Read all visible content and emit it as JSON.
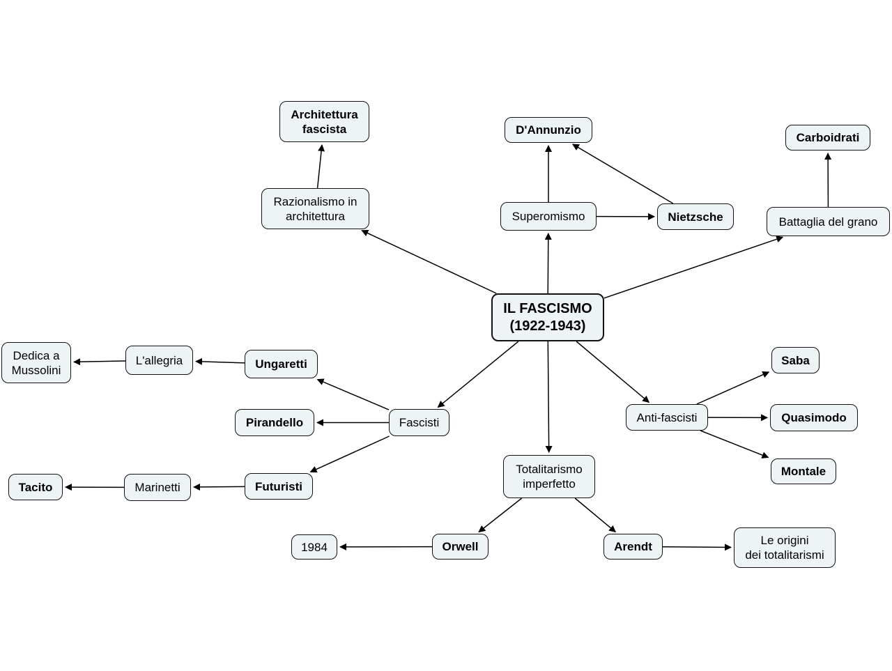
{
  "diagram": {
    "nodes": [
      {
        "id": "center",
        "label": "IL FASCISMO\n(1922-1943)",
        "bold": true
      },
      {
        "id": "architettura_fascista",
        "label": "Architettura\nfascista",
        "bold": true
      },
      {
        "id": "razionalismo",
        "label": "Razionalismo in\narchitettura",
        "bold": false
      },
      {
        "id": "dannunzio",
        "label": "D'Annunzio",
        "bold": true
      },
      {
        "id": "superomismo",
        "label": "Superomismo",
        "bold": false
      },
      {
        "id": "nietzsche",
        "label": "Nietzsche",
        "bold": true
      },
      {
        "id": "carboidrati",
        "label": "Carboidrati",
        "bold": true
      },
      {
        "id": "battaglia",
        "label": "Battaglia del grano",
        "bold": false
      },
      {
        "id": "dedica",
        "label": "Dedica a\nMussolini",
        "bold": false
      },
      {
        "id": "allegria",
        "label": "L'allegria",
        "bold": false
      },
      {
        "id": "ungaretti",
        "label": "Ungaretti",
        "bold": true
      },
      {
        "id": "pirandello",
        "label": "Pirandello",
        "bold": true
      },
      {
        "id": "fascisti",
        "label": "Fascisti",
        "bold": false
      },
      {
        "id": "tacito",
        "label": "Tacito",
        "bold": true
      },
      {
        "id": "marinetti",
        "label": "Marinetti",
        "bold": false
      },
      {
        "id": "futuristi",
        "label": "Futuristi",
        "bold": true
      },
      {
        "id": "totalitarismo",
        "label": "Totalitarismo\nimperfetto",
        "bold": false
      },
      {
        "id": "orwell",
        "label": "Orwell",
        "bold": true
      },
      {
        "id": "n1984",
        "label": "1984",
        "bold": false
      },
      {
        "id": "arendt",
        "label": "Arendt",
        "bold": true
      },
      {
        "id": "origini",
        "label": "Le origini\ndei totalitarismi",
        "bold": false
      },
      {
        "id": "antifascisti",
        "label": "Anti-fascisti",
        "bold": false
      },
      {
        "id": "saba",
        "label": "Saba",
        "bold": true
      },
      {
        "id": "quasimodo",
        "label": "Quasimodo",
        "bold": true
      },
      {
        "id": "montale",
        "label": "Montale",
        "bold": true
      }
    ],
    "edges": [
      {
        "from": "center",
        "to": "razionalismo"
      },
      {
        "from": "razionalismo",
        "to": "architettura_fascista"
      },
      {
        "from": "center",
        "to": "superomismo"
      },
      {
        "from": "superomismo",
        "to": "dannunzio"
      },
      {
        "from": "superomismo",
        "to": "nietzsche"
      },
      {
        "from": "nietzsche",
        "to": "dannunzio"
      },
      {
        "from": "center",
        "to": "battaglia"
      },
      {
        "from": "battaglia",
        "to": "carboidrati"
      },
      {
        "from": "center",
        "to": "fascisti"
      },
      {
        "from": "fascisti",
        "to": "ungaretti"
      },
      {
        "from": "fascisti",
        "to": "pirandello"
      },
      {
        "from": "fascisti",
        "to": "futuristi"
      },
      {
        "from": "ungaretti",
        "to": "allegria"
      },
      {
        "from": "allegria",
        "to": "dedica"
      },
      {
        "from": "futuristi",
        "to": "marinetti"
      },
      {
        "from": "marinetti",
        "to": "tacito"
      },
      {
        "from": "center",
        "to": "totalitarismo"
      },
      {
        "from": "totalitarismo",
        "to": "orwell"
      },
      {
        "from": "totalitarismo",
        "to": "arendt"
      },
      {
        "from": "orwell",
        "to": "n1984"
      },
      {
        "from": "arendt",
        "to": "origini"
      },
      {
        "from": "center",
        "to": "antifascisti"
      },
      {
        "from": "antifascisti",
        "to": "saba"
      },
      {
        "from": "antifascisti",
        "to": "quasimodo"
      },
      {
        "from": "antifascisti",
        "to": "montale"
      }
    ]
  }
}
